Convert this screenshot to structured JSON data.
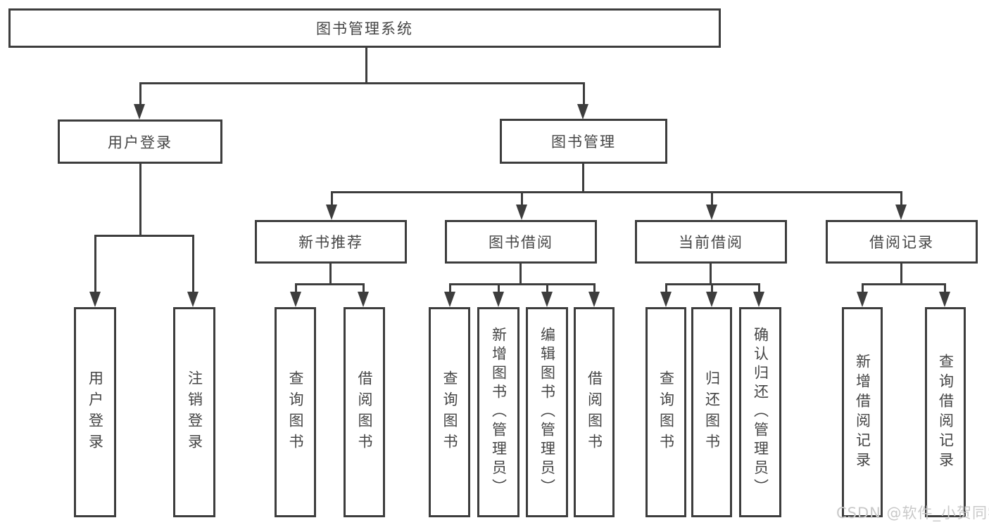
{
  "colors": {
    "line": "#3d3d3d",
    "box_border": "#3d3d3d",
    "text": "#454545",
    "background": "#ffffff",
    "watermark": "#c9c9c9"
  },
  "tree": {
    "label": "图书管理系统",
    "children": [
      {
        "label": "用户登录",
        "children": [
          {
            "label": "用户登录"
          },
          {
            "label": "注销登录"
          }
        ]
      },
      {
        "label": "图书管理",
        "children": [
          {
            "label": "新书推荐",
            "children": [
              {
                "label": "查询图书"
              },
              {
                "label": "借阅图书"
              }
            ]
          },
          {
            "label": "图书借阅",
            "children": [
              {
                "label": "查询图书"
              },
              {
                "label": "新增图书（管理员）"
              },
              {
                "label": "编辑图书（管理员）"
              },
              {
                "label": "借阅图书"
              }
            ]
          },
          {
            "label": "当前借阅",
            "children": [
              {
                "label": "查询图书"
              },
              {
                "label": "归还图书"
              },
              {
                "label": "确认归还（管理员）"
              }
            ]
          },
          {
            "label": "借阅记录",
            "children": [
              {
                "label": "新增借阅记录"
              },
              {
                "label": "查询借阅记录"
              }
            ]
          }
        ]
      }
    ]
  },
  "watermark": {
    "text": "CSDN @软件_小贺同学"
  }
}
